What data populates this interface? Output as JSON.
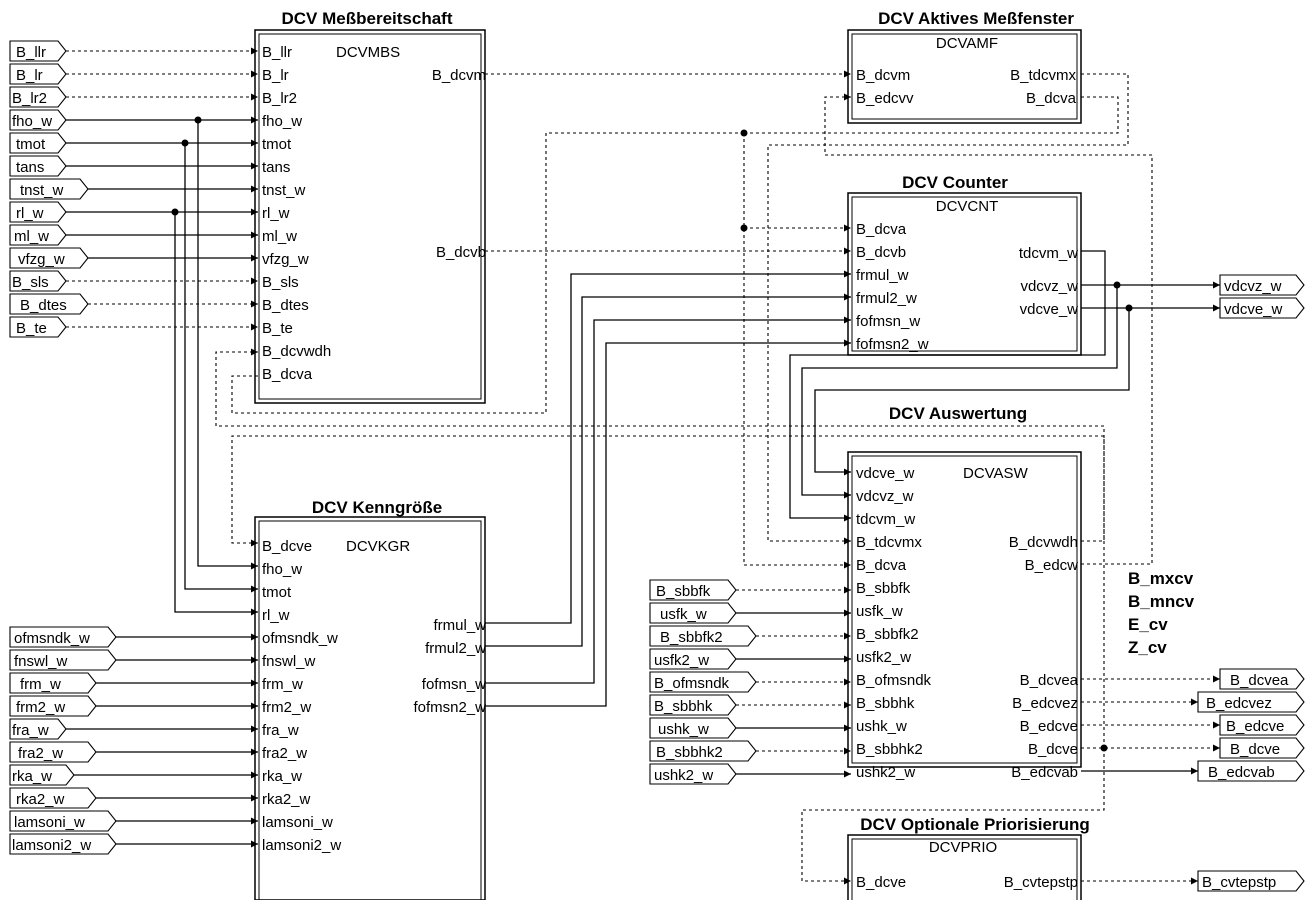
{
  "blocks": {
    "mbs": {
      "title": "DCV Meßbereitschaft",
      "name": "DCVMBS",
      "inputs": [
        "B_llr",
        "B_lr",
        "B_lr2",
        "fho_w",
        "tmot",
        "tans",
        "tnst_w",
        "rl_w",
        "ml_w",
        "vfzg_w",
        "B_sls",
        "B_dtes",
        "B_te",
        "B_dcvwdh",
        "B_dcva"
      ],
      "outputs": [
        "B_dcvm",
        "B_dcvb"
      ]
    },
    "amf": {
      "title": "DCV Aktives Meßfenster",
      "name": "DCVAMF",
      "inputs": [
        "B_dcvm",
        "B_edcvv"
      ],
      "outputs": [
        "B_tdcvmx",
        "B_dcva"
      ]
    },
    "cnt": {
      "title": "DCV Counter",
      "name": "DCVCNT",
      "inputs": [
        "B_dcva",
        "B_dcvb",
        "frmul_w",
        "frmul2_w",
        "fofmsn_w",
        "fofmsn2_w"
      ],
      "outputs": [
        "tdcvm_w",
        "vdcvz_w",
        "vdcve_w"
      ]
    },
    "asw": {
      "title": "DCV Auswertung",
      "name": "DCVASW",
      "inputs": [
        "vdcve_w",
        "vdcvz_w",
        "tdcvm_w",
        "B_tdcvmx",
        "B_dcva",
        "B_sbbfk",
        "usfk_w",
        "B_sbbfk2",
        "usfk2_w",
        "B_ofmsndk",
        "B_sbbhk",
        "ushk_w",
        "B_sbbhk2",
        "ushk2_w"
      ],
      "outputs": [
        "B_dcvwdh",
        "B_edcw",
        "B_dcvea",
        "B_edcvez",
        "B_edcve",
        "B_dcve",
        "B_edcvab"
      ]
    },
    "kgr": {
      "title": "DCV Kenngröße",
      "name": "DCVKGR",
      "inputs": [
        "B_dcve",
        "fho_w",
        "tmot",
        "rl_w",
        "ofmsndk_w",
        "fnswl_w",
        "frm_w",
        "frm2_w",
        "fra_w",
        "fra2_w",
        "rka_w",
        "rka2_w",
        "lamsoni_w",
        "lamsoni2_w"
      ],
      "outputs": [
        "frmul_w",
        "frmul2_w",
        "fofmsn_w",
        "fofmsn2_w"
      ]
    },
    "prio": {
      "title": "DCV Optionale Priorisierung",
      "name": "DCVPRIO",
      "inputs": [
        "B_dcve"
      ],
      "outputs": [
        "B_cvtepstp"
      ]
    }
  },
  "input_tags": {
    "mbs": [
      "B_llr",
      "B_lr",
      "B_lr2",
      "fho_w",
      "tmot",
      "tans",
      "tnst_w",
      "rl_w",
      "ml_w",
      "vfzg_w",
      "B_sls",
      "B_dtes",
      "B_te"
    ],
    "kgr": [
      "ofmsndk_w",
      "fnswl_w",
      "frm_w",
      "frm2_w",
      "fra_w",
      "fra2_w",
      "rka_w",
      "rka2_w",
      "lamsoni_w",
      "lamsoni2_w"
    ],
    "asw": [
      "B_sbbfk",
      "usfk_w",
      "B_sbbfk2",
      "usfk2_w",
      "B_ofmsndk",
      "B_sbbhk",
      "ushk_w",
      "B_sbbhk2",
      "ushk2_w"
    ]
  },
  "output_tags": {
    "cnt": [
      "vdcvz_w",
      "vdcve_w"
    ],
    "asw": [
      "B_dcvea",
      "B_edcvez",
      "B_edcve",
      "B_dcve",
      "B_edcvab"
    ],
    "prio": [
      "B_cvtepstp"
    ]
  },
  "messages": [
    "B_mxcv",
    "B_mncv",
    "E_cv",
    "Z_cv"
  ]
}
